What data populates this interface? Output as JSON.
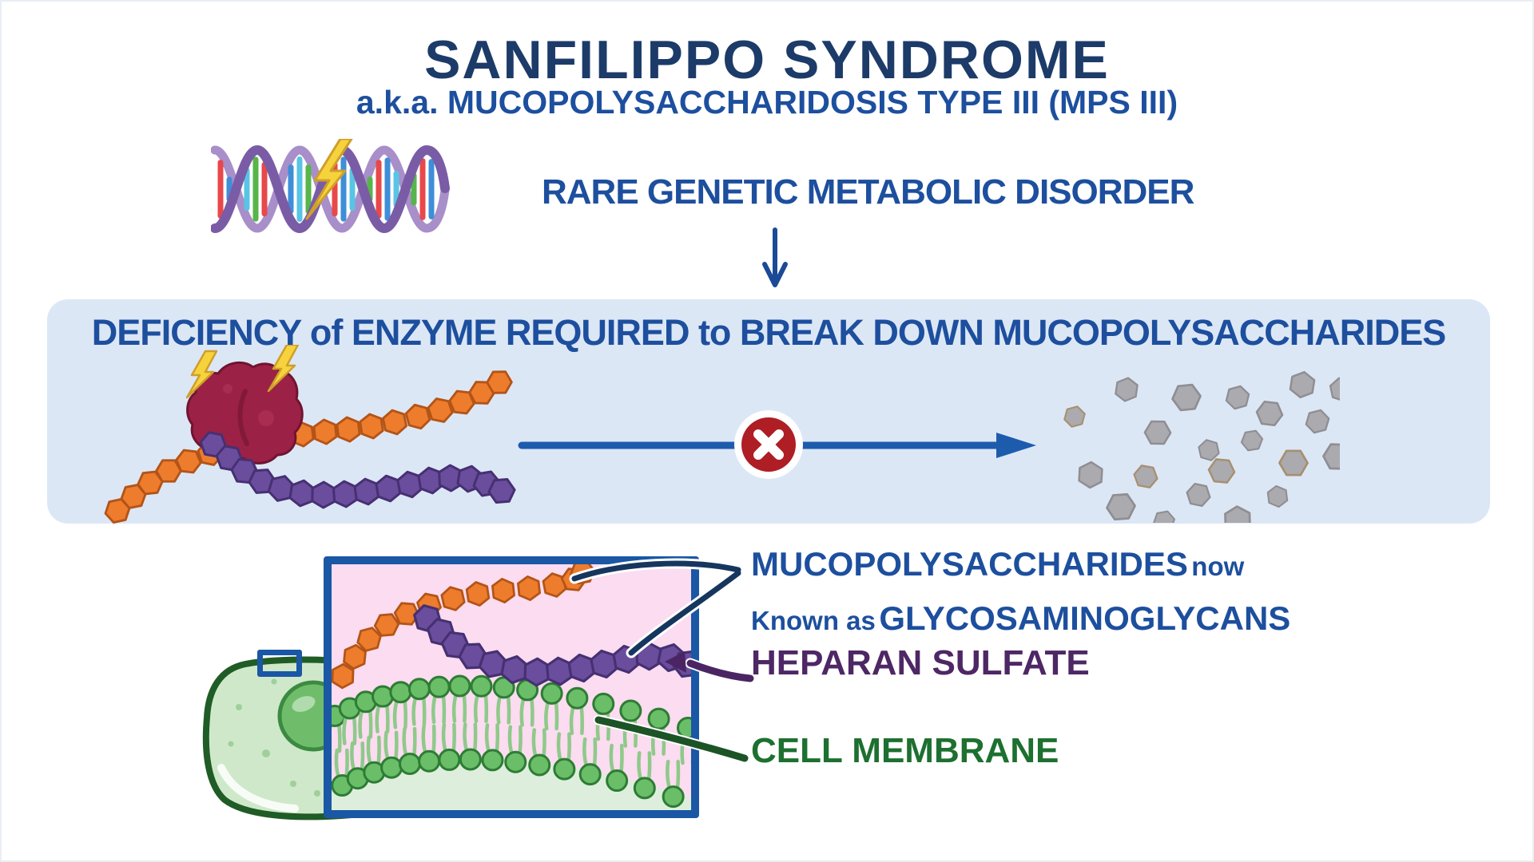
{
  "header": {
    "title": "SANFILIPPO SYNDROME",
    "subtitle": "a.k.a. MUCOPOLYSACCHARIDOSIS TYPE III (MPS III)",
    "tagline": "RARE GENETIC METABOLIC DISORDER"
  },
  "deficiency_box": {
    "heading": "DEFICIENCY of ENZYME REQUIRED to BREAK DOWN MUCOPOLYSACCHARIDES"
  },
  "annotations": {
    "muco_caps1": "MUCOPOLYSACCHARIDES",
    "muco_small1": "now",
    "muco_small2": "Known as",
    "muco_caps2": "GLYCOSAMINOGLYCANS",
    "heparan": "HEPARAN SULFATE",
    "membrane": "CELL MEMBRANE"
  },
  "icons": {
    "dna": "dna-helix-with-lightning",
    "lightning": "⚡",
    "down_arrow": "↓",
    "reaction_arrow": "→",
    "blocked_x": "✕",
    "enzyme": "enzyme-blob",
    "cell": "cell-with-nucleus",
    "membrane_panel": "lipid-bilayer-zoom-panel"
  },
  "colors": {
    "title_navy": "#1c3b69",
    "label_blue": "#1d4f9e",
    "box_bg": "#dce7f6",
    "arrow_blue": "#1d5cad",
    "x_red": "#ae1e24",
    "orange_chain": "#ee7c2d",
    "purple_chain": "#6a4d9d",
    "fragment_gray": "#abaaae",
    "heparan_purple": "#4e2765",
    "membrane_green": "#1d7030",
    "panel_pink": "#fbdcf0",
    "panel_green": "#ddefdc",
    "panel_border": "#1a57a4",
    "cell_green": "#cfe8ca",
    "lipid_green": "#69be67",
    "dna_purple": "#7a5ca6",
    "bolt_yellow": "#f6d33c",
    "enzyme_maroon": "#9c2146"
  }
}
